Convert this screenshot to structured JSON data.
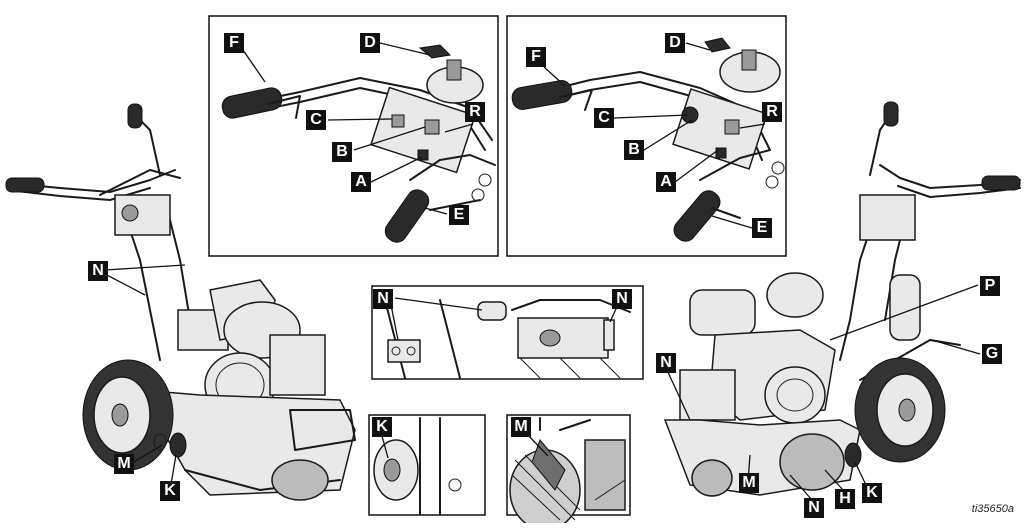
{
  "figure_id": "ti35650a",
  "callouts": {
    "F": "F",
    "D": "D",
    "C": "C",
    "B": "B",
    "A": "A",
    "R": "R",
    "E": "E",
    "N": "N",
    "M": "M",
    "K": "K",
    "P": "P",
    "G": "G",
    "H": "H"
  }
}
